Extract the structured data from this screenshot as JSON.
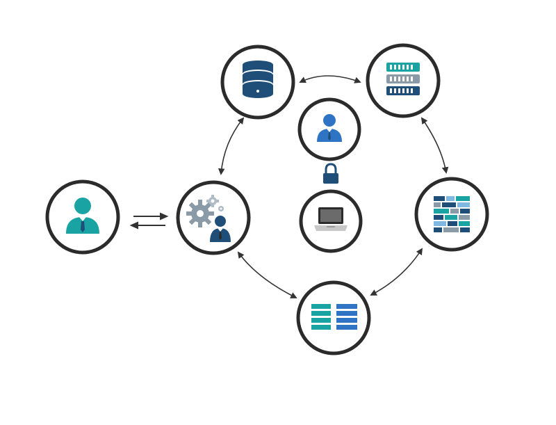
{
  "colors": {
    "ring": "#2b2b2b",
    "navy": "#1f4e79",
    "teal": "#1aa3a3",
    "blue": "#2f74c4",
    "gray": "#8a9aa6",
    "light_blue": "#7fb8e0",
    "arrow": "#333333"
  },
  "nodes": [
    {
      "id": "user-external",
      "icon": "person-icon"
    },
    {
      "id": "admin-settings",
      "icon": "gears-person-icon"
    },
    {
      "id": "database",
      "icon": "database-icon"
    },
    {
      "id": "server",
      "icon": "server-rack-icon"
    },
    {
      "id": "data-blocks",
      "icon": "data-blocks-icon"
    },
    {
      "id": "list-table",
      "icon": "list-table-icon"
    },
    {
      "id": "central-user",
      "icon": "person-icon"
    },
    {
      "id": "laptop",
      "icon": "laptop-icon"
    }
  ],
  "connections": [
    {
      "from": "user-external",
      "to": "admin-settings",
      "type": "bidirectional"
    },
    {
      "from": "admin-settings",
      "to": "database",
      "type": "arc"
    },
    {
      "from": "database",
      "to": "server",
      "type": "arc"
    },
    {
      "from": "server",
      "to": "data-blocks",
      "type": "arc"
    },
    {
      "from": "data-blocks",
      "to": "list-table",
      "type": "arc"
    },
    {
      "from": "list-table",
      "to": "admin-settings",
      "type": "arc"
    }
  ],
  "lock_icon": "lock-icon"
}
